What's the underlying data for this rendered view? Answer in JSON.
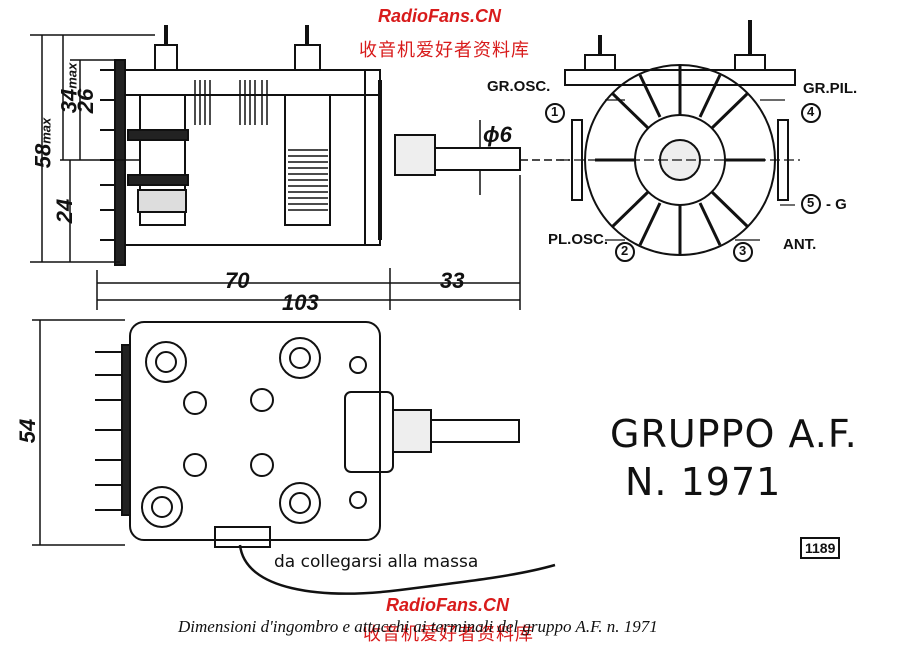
{
  "watermark": {
    "site": "RadioFans.CN",
    "cn_text": "收音机爱好者资料库"
  },
  "dimensions": {
    "d58": "58",
    "d58_sub": "max",
    "d34": "34",
    "d34_sub": "max",
    "d26": "26",
    "d24": "24",
    "d70": "70",
    "d33": "33",
    "d103": "103",
    "d54": "54",
    "shaft": "ϕ6"
  },
  "terminals": {
    "gr_osc": "GR.OSC.",
    "gr_pil": "GR.PIL.",
    "pl_osc": "PL.OSC.",
    "ant": "ANT.",
    "g": "- G",
    "n1": "1",
    "n2": "2",
    "n3": "3",
    "n4": "4",
    "n5": "5"
  },
  "title": {
    "line1": "GRUPPO A.F.",
    "line2": "N. 1971"
  },
  "ref_code": "1189",
  "note": "da collegarsi alla massa",
  "caption": "Dimensioni d'ingombro e attacchi ai terminali del gruppo A.F. n. 1971"
}
